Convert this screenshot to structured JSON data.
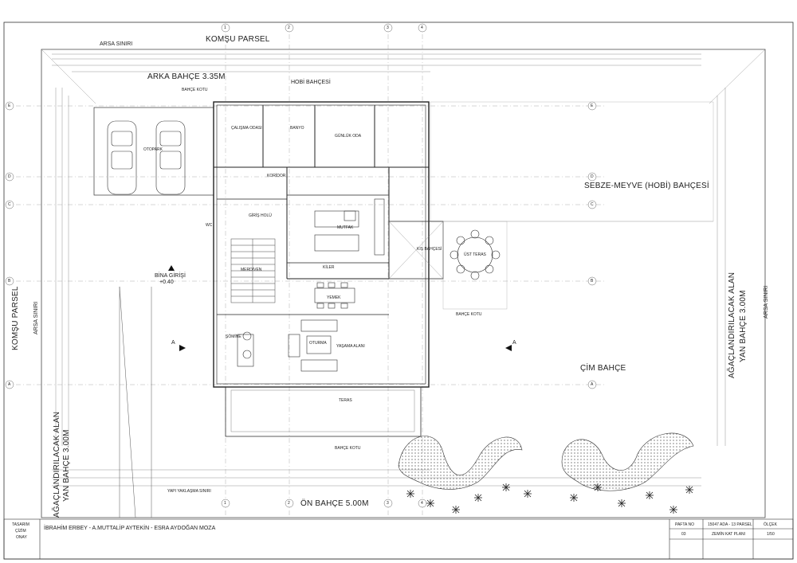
{
  "sheet": {
    "top_neighbor": "KOMŞU PARSEL",
    "left_neighbor": "KOMŞU PARSEL",
    "parcel_limit": "ARSA SINIRI",
    "back_garden": "ARKA BAHÇE 3.35M",
    "hobby_garden": "HOBİ BAHÇESİ",
    "veg_fruit_garden": "SEBZE-MEYVE (HOBİ) BAHÇESİ",
    "lawn_garden": "ÇİM BAHÇE",
    "front_garden": "ÖN BAHÇE 5.00M",
    "building_approach": "YAPI YAKLAŞMA SINIRI",
    "left_side_garden_1": "AĞAÇLANDIRILACAK ALAN",
    "left_side_garden_2": "YAN BAHÇE 3.00M",
    "right_side_garden_1": "AĞAÇLANDIRILACAK ALAN",
    "right_side_garden_2": "YAN BAHÇE 3.00M",
    "building_entry": "BİNA GİRİŞİ",
    "building_entry_level": "+0.40",
    "section_mark": "A",
    "grid_cols": [
      "1",
      "2",
      "3",
      "4"
    ],
    "grid_rows": [
      "E",
      "D",
      "C",
      "B",
      "A"
    ]
  },
  "rooms": {
    "parking": "OTOPARK",
    "study": "ÇALIŞMA ODASI",
    "bath": "BANYO",
    "daily_room": "GÜNLÜK ODA",
    "corridor": "KORİDOR",
    "entry_hall": "GİRİŞ HOLÜ",
    "kitchen": "MUTFAK",
    "winter_garden": "KIŞ BAHÇESİ",
    "pantry": "KİLER",
    "dining": "YEMEK",
    "living": "YAŞAMA ALANI",
    "sitting": "OTURMA",
    "fireplace": "ŞÖMİNE",
    "terrace": "TERAS",
    "upper_terrace": "ÜST TERAS",
    "wc": "WC",
    "stair": "MERDİVEN",
    "garden_level": "BAHÇE KOTU"
  },
  "title_block": {
    "label_design": "TASARIM",
    "label_drawing": "ÇİZİM",
    "label_approval": "ONAY",
    "authors": "İBRAHİM ERBEY - A.MUTTALİP AYTEKİN - ESRA AYDOĞAN MOZA",
    "sheet_no_label": "PAFTA NO",
    "sheet_no": "03",
    "parcel": "15047 ADA - 13 PARSEL",
    "drawing_name": "ZEMİN KAT PLANI",
    "scale_label": "ÖLÇEK",
    "scale": "1/50"
  }
}
